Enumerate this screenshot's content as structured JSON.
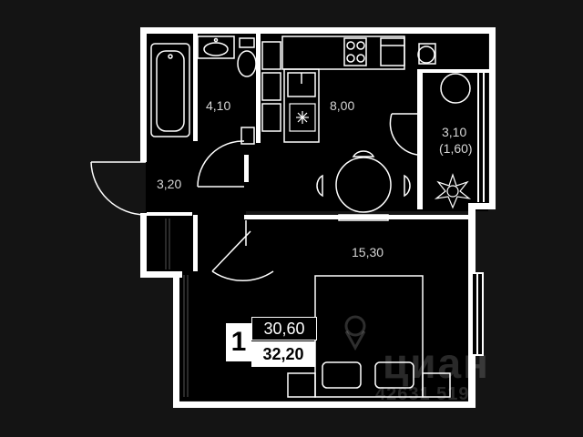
{
  "rooms": {
    "bathroom_area": "4,10",
    "hall_area": "3,20",
    "kitchen_area": "8,00",
    "balcony_area": "3,10",
    "balcony_area_reduced": "(1,60)",
    "living_area": "15,30"
  },
  "badge": {
    "rooms_count": "1",
    "total_area": "30,60",
    "living_area": "32,20"
  },
  "watermark": {
    "brand": "циан",
    "listing_id": "42631 519"
  },
  "colors": {
    "background": "#141414",
    "walls": "#ffffff",
    "floor": "#000000",
    "badge_accent": "#ffffff"
  }
}
